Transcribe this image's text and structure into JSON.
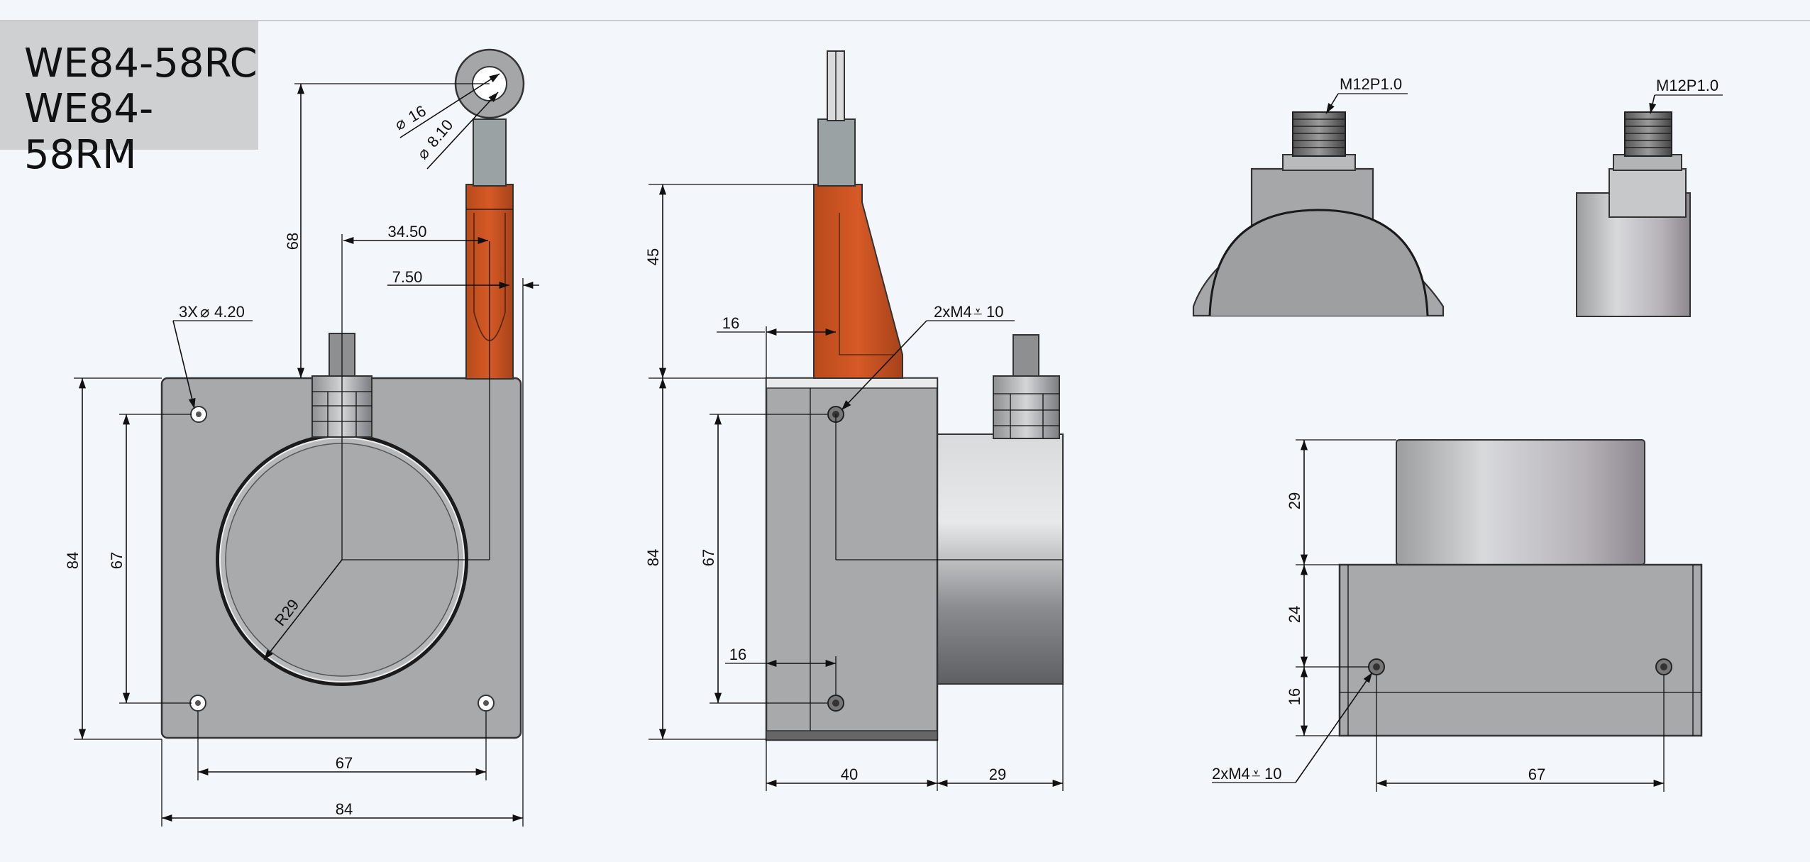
{
  "title": {
    "line1": "WE84-58RC",
    "line2": "WE84-58RM"
  },
  "front_view": {
    "dim_68": "68",
    "dim_34_50": "34.50",
    "dim_7_50": "7.50",
    "dim_dia16": "16",
    "dim_dia8_10": "8.10",
    "hole_callout": "3X",
    "hole_callout_dia": "4.20",
    "dim_84_left": "84",
    "dim_67_left": "67",
    "dim_r29": "R29",
    "dim_67_bottom": "67",
    "dim_84_bottom": "84"
  },
  "side_view": {
    "dim_45": "45",
    "dim_16_top": "16",
    "thread_callout": "2xM4",
    "thread_depth": "10",
    "dim_84": "84",
    "dim_67": "67",
    "dim_16_bottom": "16",
    "dim_40": "40",
    "dim_29": "29"
  },
  "connector_view_1": {
    "thread_label": "M12P1.0"
  },
  "connector_view_2": {
    "thread_label": "M12P1.0"
  },
  "bottom_view": {
    "dim_29": "29",
    "dim_24": "24",
    "dim_16": "16",
    "thread_callout": "2xM4",
    "thread_depth": "10",
    "dim_67": "67"
  },
  "colors": {
    "background": "#f3f6fa",
    "housing": "#a8a9ab",
    "cable_guide": "#c95422",
    "title_box": "#cfd0d2"
  }
}
